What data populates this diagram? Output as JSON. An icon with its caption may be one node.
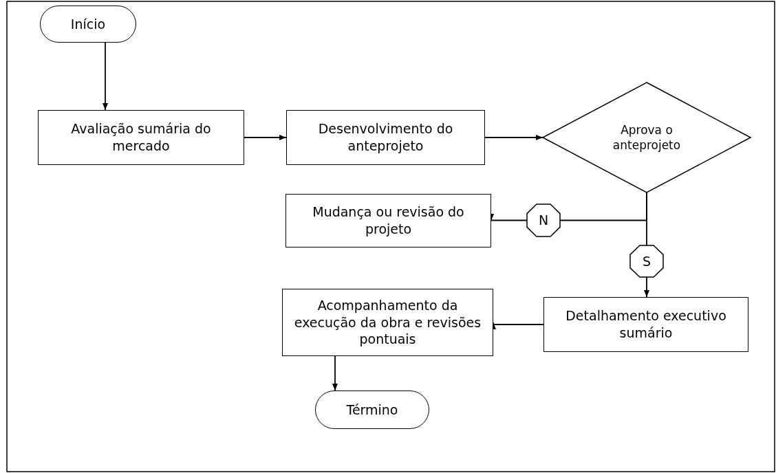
{
  "diagram": {
    "nodes": [
      {
        "text": [
          "Início"
        ]
      },
      {
        "text": [
          "Avaliação sumária do mercado"
        ]
      },
      {
        "text": [
          "Desenvolvimento do anteprojeto"
        ]
      },
      {
        "text": [
          "Aprova o anteprojeto"
        ]
      },
      {
        "text": [
          "N"
        ]
      },
      {
        "text": [
          "Mudança ou revisão do projeto"
        ]
      },
      {
        "text": [
          "S"
        ]
      },
      {
        "text": [
          "Detalhamento executivo sumário"
        ]
      },
      {
        "text": [
          "Acompanhamento da execução da obra e revisões pontuais"
        ]
      },
      {
        "text": [
          "Término"
        ]
      }
    ],
    "edges": [
      {
        "from": 0,
        "to": 1,
        "arrow": "to"
      },
      {
        "from": 1,
        "to": 2,
        "arrow": "to"
      },
      {
        "from": 2,
        "to": 3,
        "arrow": "to"
      },
      {
        "from": 3,
        "to": 4,
        "arrow": "none"
      },
      {
        "from": 4,
        "to": 5,
        "arrow": "to"
      },
      {
        "from": 3,
        "to": 6,
        "arrow": "none"
      },
      {
        "from": 6,
        "to": 7,
        "arrow": "to"
      },
      {
        "from": 7,
        "to": 8,
        "arrow": "to"
      },
      {
        "from": 8,
        "to": 9,
        "arrow": "to"
      }
    ]
  }
}
